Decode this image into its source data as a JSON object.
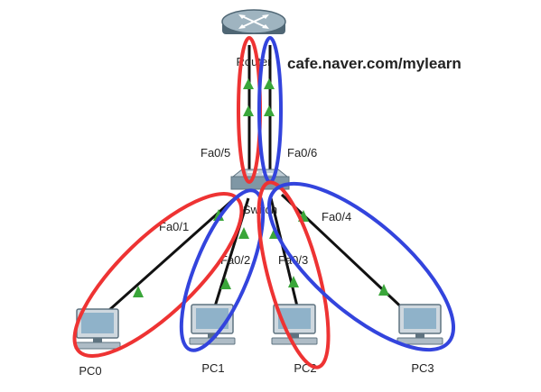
{
  "colors": {
    "link": "#111111",
    "link_status": "#3aa63a",
    "highlight_red": "#ee3333",
    "highlight_blue": "#3344dd",
    "device_body": "#cfd8df",
    "device_dark": "#5f7380",
    "screen": "#8fb2c9"
  },
  "watermark": "cafe.naver.com/mylearn",
  "devices": {
    "router": {
      "label": "Router",
      "icon": "router-icon"
    },
    "switch": {
      "label": "Switch",
      "icon": "switch-icon"
    },
    "pc0": {
      "label": "PC0",
      "icon": "pc-icon"
    },
    "pc1": {
      "label": "PC1",
      "icon": "pc-icon"
    },
    "pc2": {
      "label": "PC2",
      "icon": "pc-icon"
    },
    "pc3": {
      "label": "PC3",
      "icon": "pc-icon"
    }
  },
  "ports": {
    "fa0_5": "Fa0/5",
    "fa0_6": "Fa0/6",
    "fa0_1": "Fa0/1",
    "fa0_2": "Fa0/2",
    "fa0_3": "Fa0/3",
    "fa0_4": "Fa0/4"
  }
}
